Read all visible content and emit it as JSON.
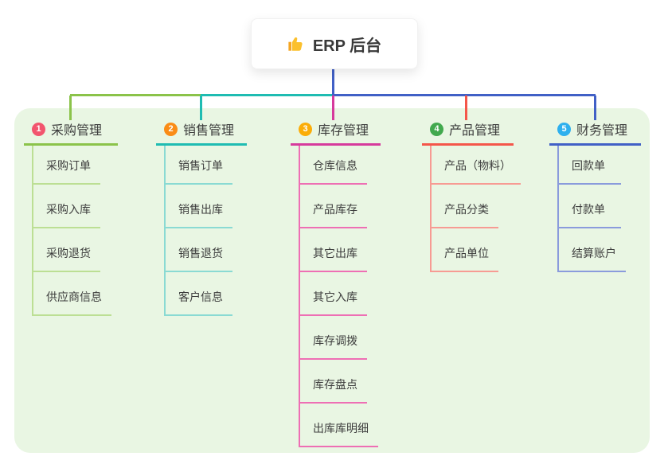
{
  "root": {
    "label": "ERP 后台",
    "icon": "thumbs-up-icon"
  },
  "branches": [
    {
      "badge": "1",
      "label": "采购管理",
      "line_color": "#8bc34a",
      "child_line_color": "#bcdf94",
      "badge_color": "#f2556e",
      "children": [
        "采购订单",
        "采购入库",
        "采购退货",
        "供应商信息"
      ]
    },
    {
      "badge": "2",
      "label": "销售管理",
      "line_color": "#1fbcb2",
      "child_line_color": "#8adad3",
      "badge_color": "#fa8c16",
      "children": [
        "销售订单",
        "销售出库",
        "销售退货",
        "客户信息"
      ]
    },
    {
      "badge": "3",
      "label": "库存管理",
      "line_color": "#d63a9c",
      "child_line_color": "#ee6fb4",
      "badge_color": "#fbad08",
      "children": [
        "仓库信息",
        "产品库存",
        "其它出库",
        "其它入库",
        "库存调拨",
        "库存盘点",
        "出库库明细"
      ]
    },
    {
      "badge": "4",
      "label": "产品管理",
      "line_color": "#f4564a",
      "child_line_color": "#f79b93",
      "badge_color": "#42a94e",
      "children": [
        "产品（物料）",
        "产品分类",
        "产品单位"
      ]
    },
    {
      "badge": "5",
      "label": "财务管理",
      "line_color": "#4160c6",
      "child_line_color": "#8a9bdc",
      "badge_color": "#2eb0ee",
      "children": [
        "回款单",
        "付款单",
        "结算账户"
      ]
    }
  ],
  "colors": {
    "panel_background": "#e9f6e3",
    "page_background": "#ffffff",
    "root_stem": "#4160c6",
    "text": "#3d3d3d",
    "thumb_icon": "#fbc02d"
  }
}
